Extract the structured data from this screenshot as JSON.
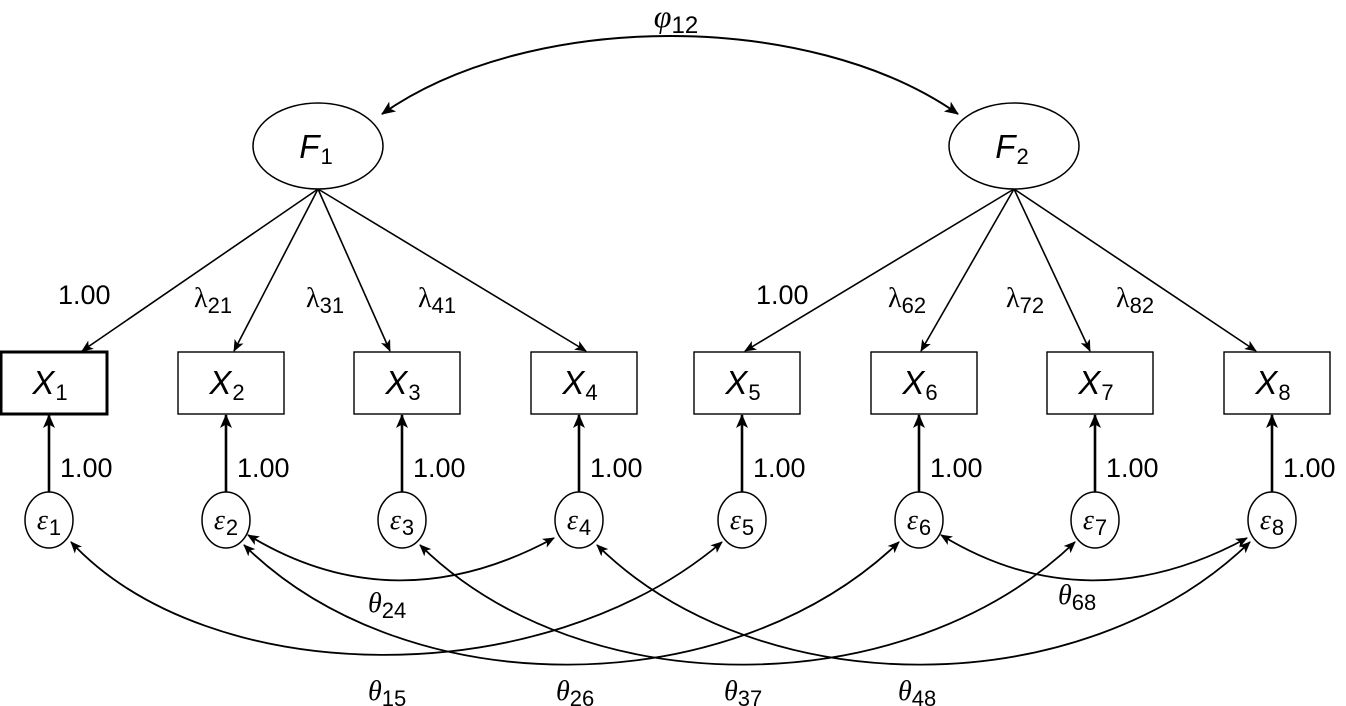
{
  "diagram": {
    "type": "confirmatory-factor-analysis-path-diagram",
    "factors": [
      {
        "id": "F1",
        "base": "F",
        "sub": "1"
      },
      {
        "id": "F2",
        "base": "F",
        "sub": "2"
      }
    ],
    "factor_covariance": {
      "base": "φ",
      "sub": "12",
      "from": "F1",
      "to": "F2"
    },
    "indicators": [
      {
        "id": "X1",
        "base": "X",
        "sub": "1",
        "factor": "F1",
        "loading_label": "1.00",
        "loading_is_greek": false,
        "emphasized": true
      },
      {
        "id": "X2",
        "base": "X",
        "sub": "2",
        "factor": "F1",
        "loading_label": "λ",
        "loading_sub": "21",
        "loading_is_greek": true,
        "emphasized": false
      },
      {
        "id": "X3",
        "base": "X",
        "sub": "3",
        "factor": "F1",
        "loading_label": "λ",
        "loading_sub": "31",
        "loading_is_greek": true,
        "emphasized": false
      },
      {
        "id": "X4",
        "base": "X",
        "sub": "4",
        "factor": "F1",
        "loading_label": "λ",
        "loading_sub": "41",
        "loading_is_greek": true,
        "emphasized": false
      },
      {
        "id": "X5",
        "base": "X",
        "sub": "5",
        "factor": "F2",
        "loading_label": "1.00",
        "loading_is_greek": false,
        "emphasized": false
      },
      {
        "id": "X6",
        "base": "X",
        "sub": "6",
        "factor": "F2",
        "loading_label": "λ",
        "loading_sub": "62",
        "loading_is_greek": true,
        "emphasized": false
      },
      {
        "id": "X7",
        "base": "X",
        "sub": "7",
        "factor": "F2",
        "loading_label": "λ",
        "loading_sub": "72",
        "loading_is_greek": true,
        "emphasized": false
      },
      {
        "id": "X8",
        "base": "X",
        "sub": "8",
        "factor": "F2",
        "loading_label": "λ",
        "loading_sub": "82",
        "loading_is_greek": true,
        "emphasized": false
      }
    ],
    "errors": [
      {
        "id": "e1",
        "base": "ε",
        "sub": "1",
        "path_label": "1.00"
      },
      {
        "id": "e2",
        "base": "ε",
        "sub": "2",
        "path_label": "1.00"
      },
      {
        "id": "e3",
        "base": "ε",
        "sub": "3",
        "path_label": "1.00"
      },
      {
        "id": "e4",
        "base": "ε",
        "sub": "4",
        "path_label": "1.00"
      },
      {
        "id": "e5",
        "base": "ε",
        "sub": "5",
        "path_label": "1.00"
      },
      {
        "id": "e6",
        "base": "ε",
        "sub": "6",
        "path_label": "1.00"
      },
      {
        "id": "e7",
        "base": "ε",
        "sub": "7",
        "path_label": "1.00"
      },
      {
        "id": "e8",
        "base": "ε",
        "sub": "8",
        "path_label": "1.00"
      }
    ],
    "error_covariances": [
      {
        "base": "θ",
        "sub": "24",
        "from": "e2",
        "to": "e4",
        "kind": "short"
      },
      {
        "base": "θ",
        "sub": "68",
        "from": "e6",
        "to": "e8",
        "kind": "short"
      },
      {
        "base": "θ",
        "sub": "15",
        "from": "e1",
        "to": "e5",
        "kind": "long"
      },
      {
        "base": "θ",
        "sub": "26",
        "from": "e2",
        "to": "e6",
        "kind": "long"
      },
      {
        "base": "θ",
        "sub": "37",
        "from": "e3",
        "to": "e7",
        "kind": "long"
      },
      {
        "base": "θ",
        "sub": "48",
        "from": "e4",
        "to": "e8",
        "kind": "long"
      }
    ]
  }
}
